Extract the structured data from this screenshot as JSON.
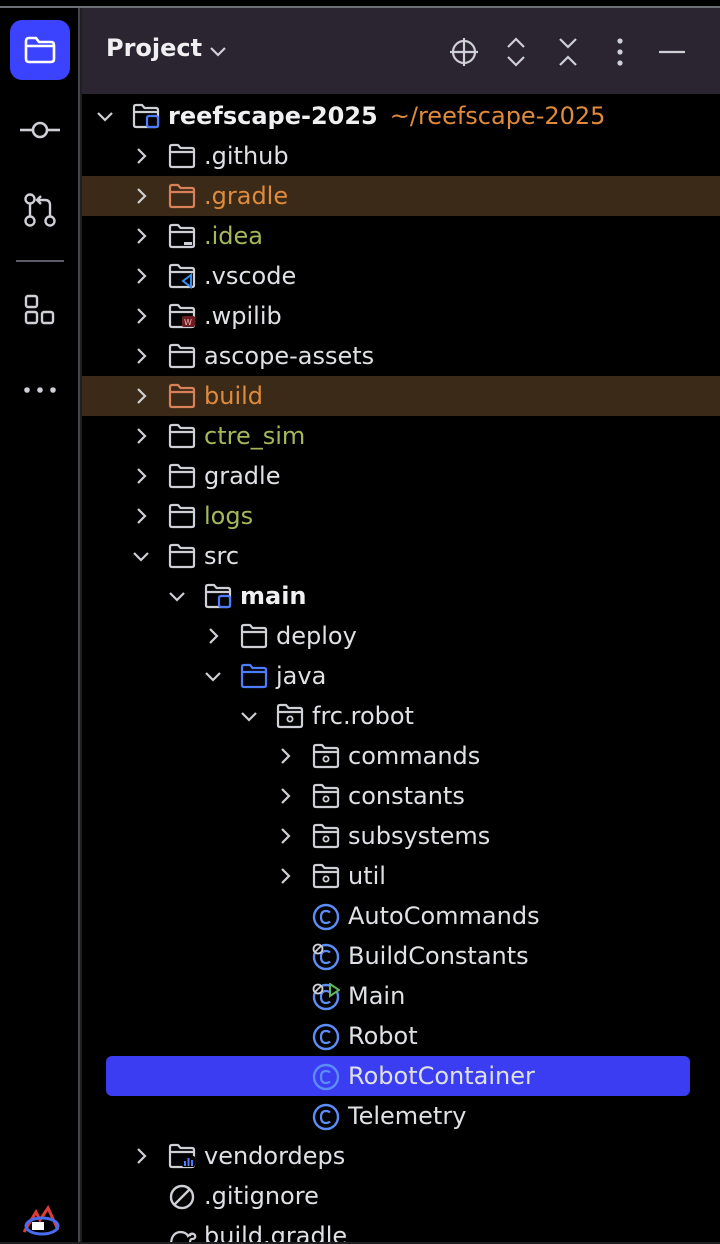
{
  "panel": {
    "title": "Project"
  },
  "tree": [
    {
      "label": "reefscape-2025",
      "path": "~/reefscape-2025",
      "depth": 0,
      "expanded": true,
      "icon": "module-folder-icon",
      "style": "bold"
    },
    {
      "label": ".github",
      "depth": 1,
      "expanded": false,
      "icon": "folder-icon",
      "style": "normal"
    },
    {
      "label": ".gradle",
      "depth": 1,
      "expanded": false,
      "icon": "excluded-folder-icon",
      "style": "orange",
      "highlight": true
    },
    {
      "label": ".idea",
      "depth": 1,
      "expanded": false,
      "icon": "idea-folder-icon",
      "style": "green"
    },
    {
      "label": ".vscode",
      "depth": 1,
      "expanded": false,
      "icon": "vscode-folder-icon",
      "style": "normal"
    },
    {
      "label": ".wpilib",
      "depth": 1,
      "expanded": false,
      "icon": "wpilib-folder-icon",
      "style": "normal"
    },
    {
      "label": "ascope-assets",
      "depth": 1,
      "expanded": false,
      "icon": "folder-icon",
      "style": "normal"
    },
    {
      "label": "build",
      "depth": 1,
      "expanded": false,
      "icon": "excluded-folder-icon",
      "style": "orange",
      "highlight": true
    },
    {
      "label": "ctre_sim",
      "depth": 1,
      "expanded": false,
      "icon": "folder-icon",
      "style": "green"
    },
    {
      "label": "gradle",
      "depth": 1,
      "expanded": false,
      "icon": "folder-icon",
      "style": "normal"
    },
    {
      "label": "logs",
      "depth": 1,
      "expanded": false,
      "icon": "folder-icon",
      "style": "green"
    },
    {
      "label": "src",
      "depth": 1,
      "expanded": true,
      "icon": "folder-icon",
      "style": "normal"
    },
    {
      "label": "main",
      "depth": 2,
      "expanded": true,
      "icon": "module-folder-icon",
      "style": "bold"
    },
    {
      "label": "deploy",
      "depth": 3,
      "expanded": false,
      "icon": "folder-icon",
      "style": "normal"
    },
    {
      "label": "java",
      "depth": 3,
      "expanded": true,
      "icon": "source-folder-icon",
      "style": "normal"
    },
    {
      "label": "frc.robot",
      "depth": 4,
      "expanded": true,
      "icon": "package-icon",
      "style": "normal"
    },
    {
      "label": "commands",
      "depth": 5,
      "expanded": false,
      "icon": "package-icon",
      "style": "normal"
    },
    {
      "label": "constants",
      "depth": 5,
      "expanded": false,
      "icon": "package-icon",
      "style": "normal"
    },
    {
      "label": "subsystems",
      "depth": 5,
      "expanded": false,
      "icon": "package-icon",
      "style": "normal"
    },
    {
      "label": "util",
      "depth": 5,
      "expanded": false,
      "icon": "package-icon",
      "style": "normal"
    },
    {
      "label": "AutoCommands",
      "depth": 5,
      "icon": "class-icon",
      "style": "normal"
    },
    {
      "label": "BuildConstants",
      "depth": 5,
      "icon": "class-final-icon",
      "style": "normal"
    },
    {
      "label": "Main",
      "depth": 5,
      "icon": "class-runnable-icon",
      "style": "normal"
    },
    {
      "label": "Robot",
      "depth": 5,
      "icon": "class-icon",
      "style": "normal"
    },
    {
      "label": "RobotContainer",
      "depth": 5,
      "icon": "class-icon",
      "style": "normal",
      "selected": true
    },
    {
      "label": "Telemetry",
      "depth": 5,
      "icon": "class-icon",
      "style": "normal"
    },
    {
      "label": "vendordeps",
      "depth": 1,
      "expanded": false,
      "icon": "library-folder-icon",
      "style": "normal"
    },
    {
      "label": ".gitignore",
      "depth": 1,
      "icon": "ignore-file-icon",
      "style": "normal"
    },
    {
      "label": "build.gradle",
      "depth": 1,
      "icon": "gradle-file-icon",
      "style": "normal"
    }
  ],
  "colors": {
    "accent": "#3c43ff",
    "excluded_highlight": "#3a2a17",
    "orange": "#e08a3c",
    "green": "#a4b85a",
    "class_icon": "#5c8df6"
  }
}
